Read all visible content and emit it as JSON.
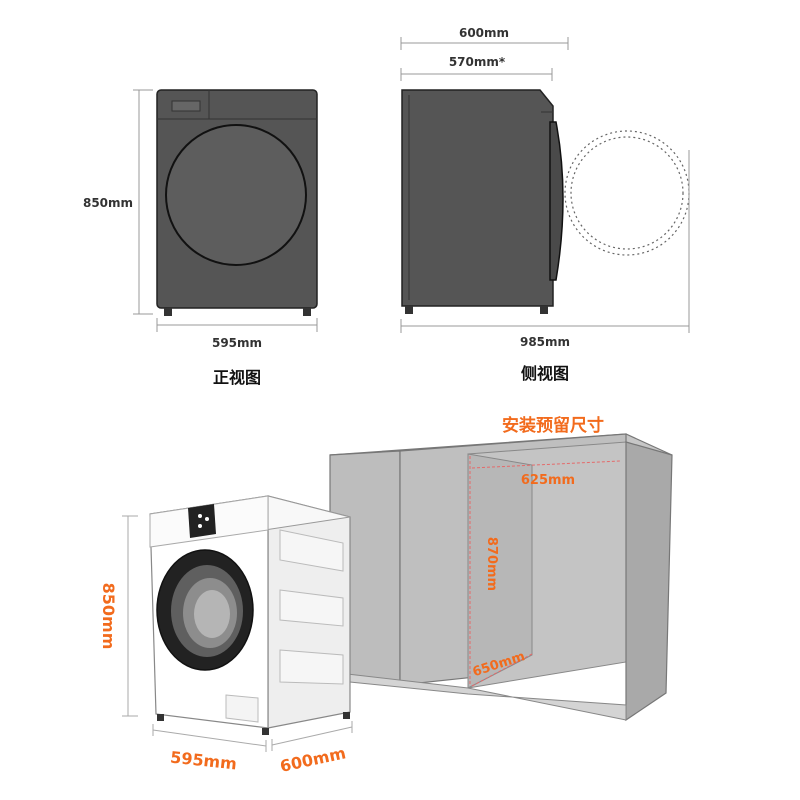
{
  "front_view": {
    "caption": "正视图",
    "height_label": "850mm",
    "width_label": "595mm"
  },
  "side_view": {
    "caption": "侧视图",
    "total_depth_label": "600mm",
    "body_depth_label": "570mm*",
    "door_open_depth_label": "985mm"
  },
  "perspective_view": {
    "height_label": "850mm",
    "width_label": "595mm",
    "depth_label": "600mm"
  },
  "installation": {
    "title": "安装预留尺寸",
    "width_label": "625mm",
    "height_label": "870mm",
    "depth_label": "650mm"
  },
  "colors": {
    "accent": "#f26b1d",
    "machine_dark": "#545454",
    "cabinet_grey": "#bcbcbc"
  }
}
